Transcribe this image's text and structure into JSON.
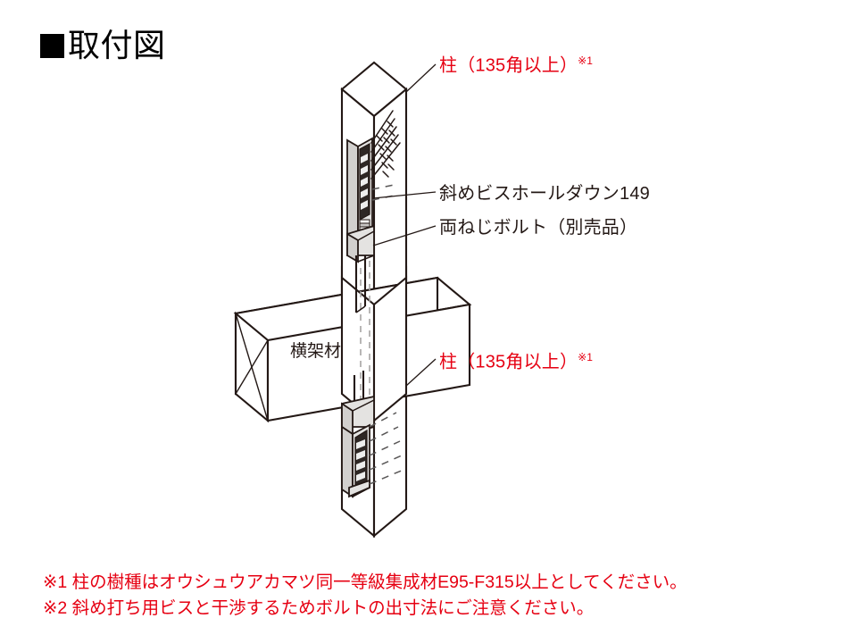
{
  "page": {
    "title_marker": "■",
    "title": "取付図",
    "background_color": "#ffffff",
    "red": "#e60012",
    "ink": "#231815"
  },
  "callouts": [
    {
      "id": "post-top",
      "text": "柱（135角以上）",
      "sup": "※1",
      "color": "#e60012",
      "target": "upper-post"
    },
    {
      "id": "hardware",
      "text": "斜めビスホールダウン149",
      "sup": "",
      "color": "#231815",
      "target": "hold-down-bracket"
    },
    {
      "id": "bolt",
      "text": "両ねじボルト（別売品）",
      "sup": "",
      "color": "#231815",
      "target": "double-threaded-bolt"
    },
    {
      "id": "post-bottom",
      "text": "柱（135角以上）",
      "sup": "※1",
      "color": "#e60012",
      "target": "lower-post"
    }
  ],
  "beam": {
    "label": "横架材"
  },
  "footnotes": [
    "※1 柱の樹種はオウシュウアカマツ同一等級集成材E95-F315以上としてください。",
    "※2 斜め打ち用ビスと干渉するためボルトの出寸法にご注意ください。"
  ],
  "drawing": {
    "type": "isometric-assembly-diagram",
    "parts": [
      "upper-post",
      "lower-post",
      "horizontal-beam",
      "hold-down-bracket-upper",
      "hold-down-bracket-lower",
      "double-threaded-bolt",
      "diagonal-screws"
    ]
  }
}
